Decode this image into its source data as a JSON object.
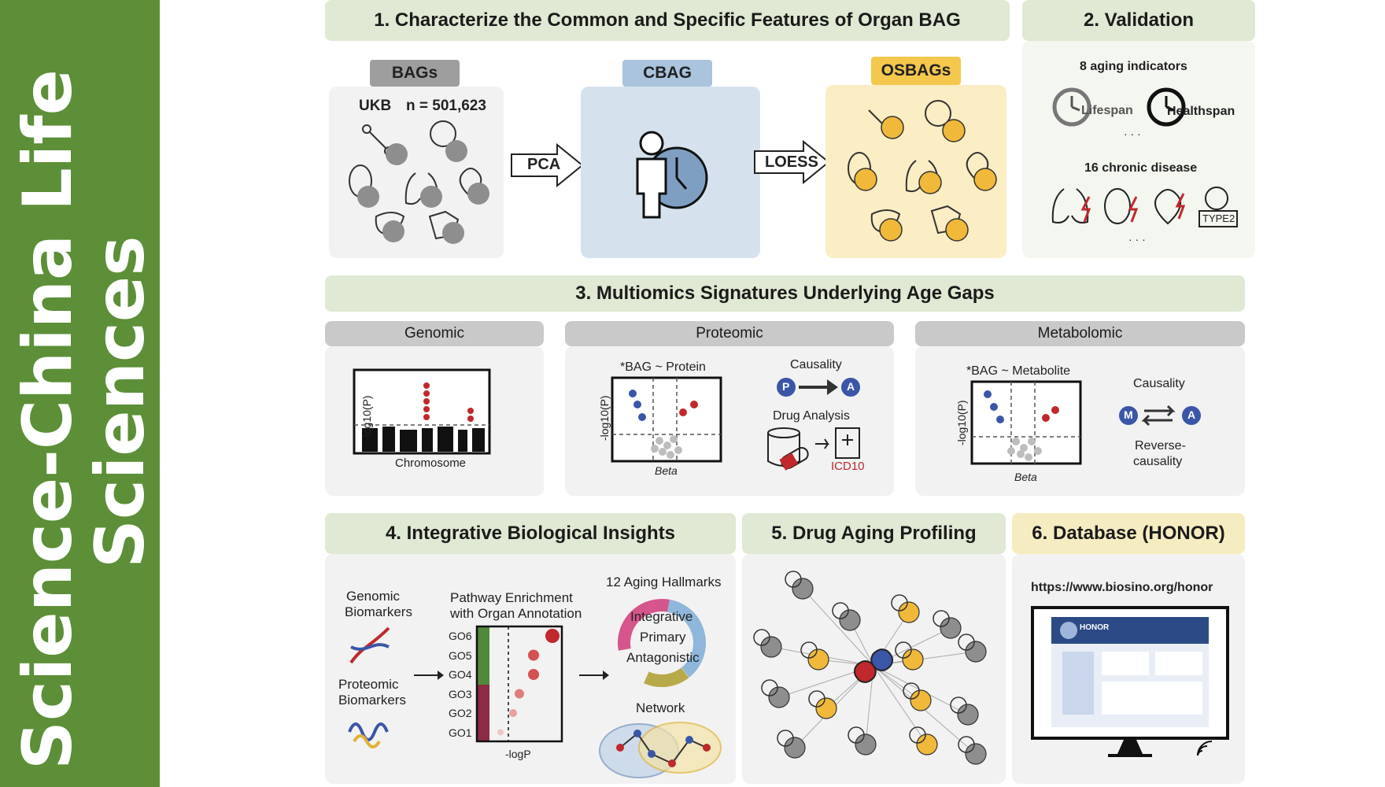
{
  "journal_band": {
    "line1": "Science-China Life",
    "line2": "Sciences",
    "color": "#5c8f37"
  },
  "section1": {
    "title": "1. Characterize the Common and Specific Features of Organ BAG",
    "bags_label": "BAGs",
    "ukb": "UKB",
    "n_label": "n = 501,623",
    "pca": "PCA",
    "cbag_label": "CBAG",
    "loess": "LOESS",
    "osbags_label": "OSBAGs"
  },
  "section2": {
    "title": "2. Validation",
    "aging_indicators": "8 aging indicators",
    "lifespan": "Lifespan",
    "healthspan": "Healthspan",
    "ellipsis1": "· · ·",
    "chronic": "16 chronic disease",
    "type2": "TYPE2",
    "ellipsis2": "· · ·"
  },
  "section3": {
    "title": "3. Multiomics Signatures Underlying Age Gaps",
    "genomic": {
      "header": "Genomic",
      "ylabel": "-log10(P)",
      "xlabel": "Chromosome"
    },
    "proteomic": {
      "header": "Proteomic",
      "plot_title": "*BAG ~ Protein",
      "ylabel": "-log10(P)",
      "xlabel": "Beta",
      "causality": "Causality",
      "p": "P",
      "a": "A",
      "drug": "Drug Analysis",
      "icd": "ICD10"
    },
    "metabolomic": {
      "header": "Metabolomic",
      "plot_title": "*BAG ~ Metabolite",
      "ylabel": "-log10(P)",
      "xlabel": "Beta",
      "causality": "Causality",
      "m": "M",
      "a": "A",
      "reverse1": "Reverse-",
      "reverse2": "causality"
    }
  },
  "section4": {
    "title": "4. Integrative Biological Insights",
    "genomic_bio_1": "Genomic",
    "genomic_bio_2": "Biomarkers",
    "proteomic_bio_1": "Proteomic",
    "proteomic_bio_2": "Biomarkers",
    "pathway_1": "Pathway Enrichment",
    "pathway_2": "with Organ Annotation",
    "go_labels": [
      "GO6",
      "GO5",
      "GO4",
      "GO3",
      "GO2",
      "GO1"
    ],
    "xlabel": "-logP",
    "hallmarks": "12 Aging Hallmarks",
    "integrative": "Integrative",
    "primary": "Primary",
    "antagonistic": "Antagonistic",
    "network": "Network"
  },
  "section5": {
    "title": "5. Drug Aging Profiling"
  },
  "section6": {
    "title": "6. Database (HONOR)",
    "url": "https://www.biosino.org/honor",
    "honor": "HONOR"
  },
  "colors": {
    "green_header": "#dfe9d3",
    "gray_header": "#c9c9c9",
    "red": "#c0282d",
    "blue": "#3a56a8",
    "yellow": "#e2b23a",
    "cbag_blue": "#a9c4dc",
    "osbag_yellow": "#f4c74d"
  }
}
